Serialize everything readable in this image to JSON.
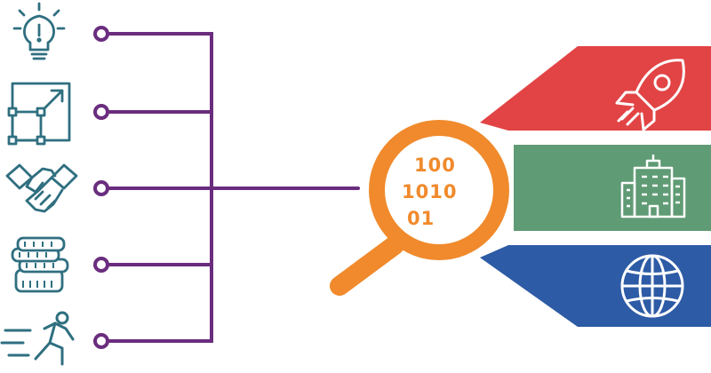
{
  "colors": {
    "icon_teal": "#2f6f80",
    "connector_purple": "#6a2d7e",
    "magnifier_orange": "#f08a2c",
    "banner_red": "#e24445",
    "banner_green": "#5f9b74",
    "banner_blue": "#2d5ba5",
    "white": "#ffffff"
  },
  "left_icons": [
    {
      "name": "lightbulb-icon"
    },
    {
      "name": "expand-arrow-square-icon"
    },
    {
      "name": "handshake-icon"
    },
    {
      "name": "coin-stack-icon"
    },
    {
      "name": "running-person-icon"
    }
  ],
  "magnifier": {
    "icon": "magnifying-glass-icon",
    "binary_lines": [
      "100",
      "1010",
      "01"
    ]
  },
  "right_banners": [
    {
      "name": "rocket-icon",
      "color": "#e24445"
    },
    {
      "name": "office-building-icon",
      "color": "#5f9b74"
    },
    {
      "name": "globe-icon",
      "color": "#2d5ba5"
    }
  ]
}
